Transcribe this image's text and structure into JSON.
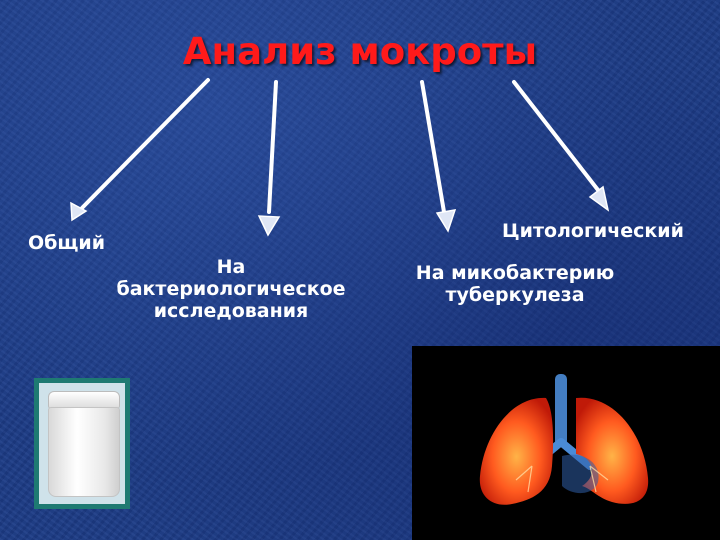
{
  "title": "Анализ мокроты",
  "branches": {
    "general": "Общий",
    "bacteriological": [
      "На",
      "бактериологическое",
      "исследования"
    ],
    "mycobacterium": [
      "На микобактерию",
      "туберкулеза"
    ],
    "cytological": "Цитологический"
  },
  "colors": {
    "title": "#ff1a1a",
    "labels": "#ffffff",
    "background": "#1c3b86"
  },
  "images": {
    "jar": "specimen-jar",
    "lungs": "lungs-illustration"
  }
}
